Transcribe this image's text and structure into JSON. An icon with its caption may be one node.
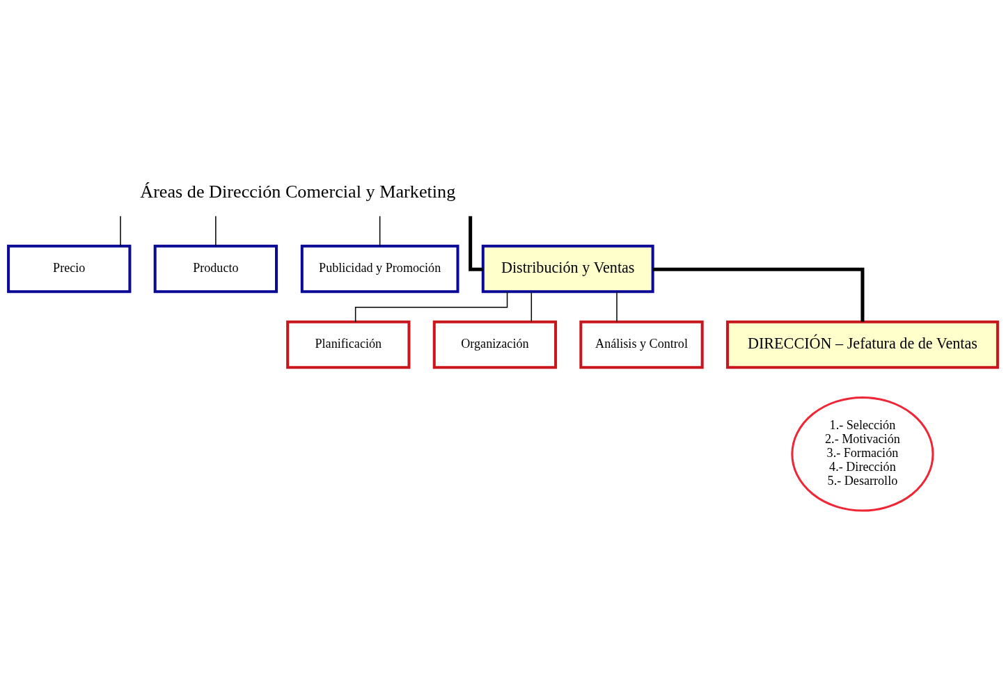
{
  "diagram": {
    "nodes": [
      {
        "text": [
          "Áreas de Dirección Comercial y Marketing"
        ]
      },
      {
        "text": [
          "Precio"
        ]
      },
      {
        "text": [
          "Producto"
        ]
      },
      {
        "text": [
          "Publicidad y Promoción"
        ]
      },
      {
        "text": [
          "Distribución y Ventas"
        ]
      },
      {
        "text": [
          "Planificación"
        ]
      },
      {
        "text": [
          "Organización"
        ]
      },
      {
        "text": [
          "Análisis y Control"
        ]
      },
      {
        "text": [
          "DIRECCIÓN – Jefatura de de Ventas"
        ]
      },
      {
        "text": [
          "1.- Selección",
          "2.- Motivación",
          "3.- Formación",
          "4.- Dirección",
          "5.- Desarrollo"
        ]
      }
    ],
    "edges": [
      {
        "from": 0,
        "to": 1,
        "arrow": "none"
      },
      {
        "from": 0,
        "to": 2,
        "arrow": "none"
      },
      {
        "from": 0,
        "to": 3,
        "arrow": "none"
      },
      {
        "from": 0,
        "to": 4,
        "arrow": "none",
        "style": "thick"
      },
      {
        "from": 4,
        "to": 5,
        "arrow": "none"
      },
      {
        "from": 4,
        "to": 6,
        "arrow": "none"
      },
      {
        "from": 4,
        "to": 7,
        "arrow": "none"
      },
      {
        "from": 4,
        "to": 8,
        "arrow": "none",
        "style": "thick"
      }
    ]
  }
}
